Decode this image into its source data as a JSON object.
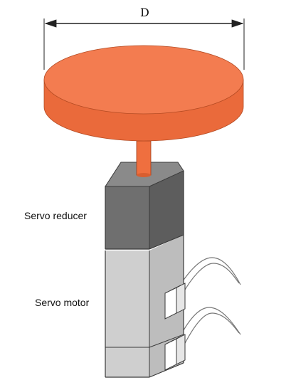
{
  "diagram": {
    "dimension_label": "D",
    "labels": {
      "reducer": "Servo reducer",
      "motor": "Servo motor"
    },
    "colors": {
      "disc_top": "#f37c50",
      "disc_side": "#ea6a3b",
      "shaft": "#ef6f3f",
      "reducer": "#6f6f6f",
      "reducer_side": "#5d5d5d",
      "motor": "#cfcfcf",
      "motor_side": "#bdbdbd",
      "outline": "#3a3a3a"
    }
  }
}
